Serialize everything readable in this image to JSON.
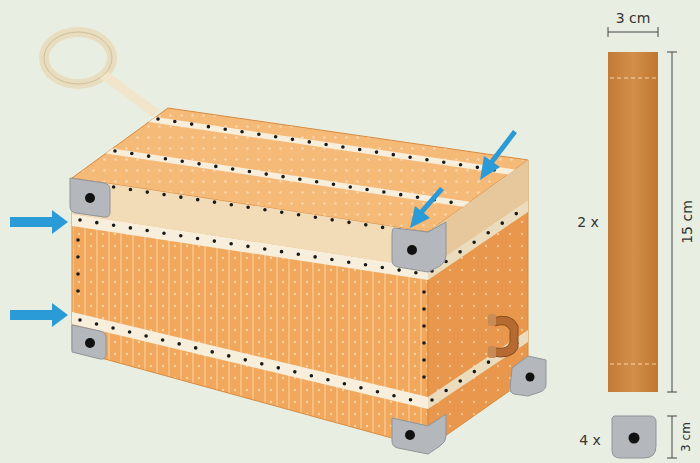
{
  "diagram": {
    "labels": [
      "3 cm",
      "2 x",
      "15 cm",
      "4 x",
      "3 cm"
    ]
  }
}
